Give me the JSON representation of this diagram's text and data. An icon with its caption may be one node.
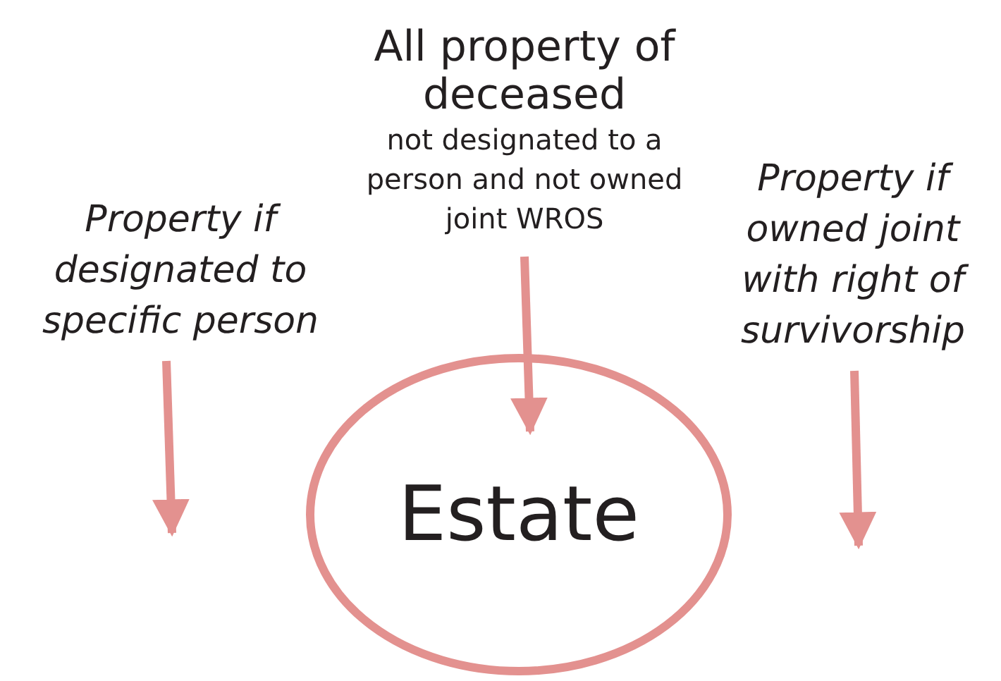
{
  "diagram": {
    "nodes": [
      {
        "text": [
          "Property if designated to specific person"
        ]
      },
      {
        "text": [
          "All property of deceased",
          "not designated to a person and not owned joint WROS"
        ]
      },
      {
        "text": [
          "Property if owned joint with right of survivorship"
        ]
      },
      {
        "text": [
          "Estate"
        ]
      }
    ],
    "edges": [
      {
        "from": 0,
        "to": null,
        "arrow": "to"
      },
      {
        "from": 1,
        "to": 3,
        "arrow": "to"
      },
      {
        "from": 2,
        "to": null,
        "arrow": "to"
      }
    ]
  }
}
